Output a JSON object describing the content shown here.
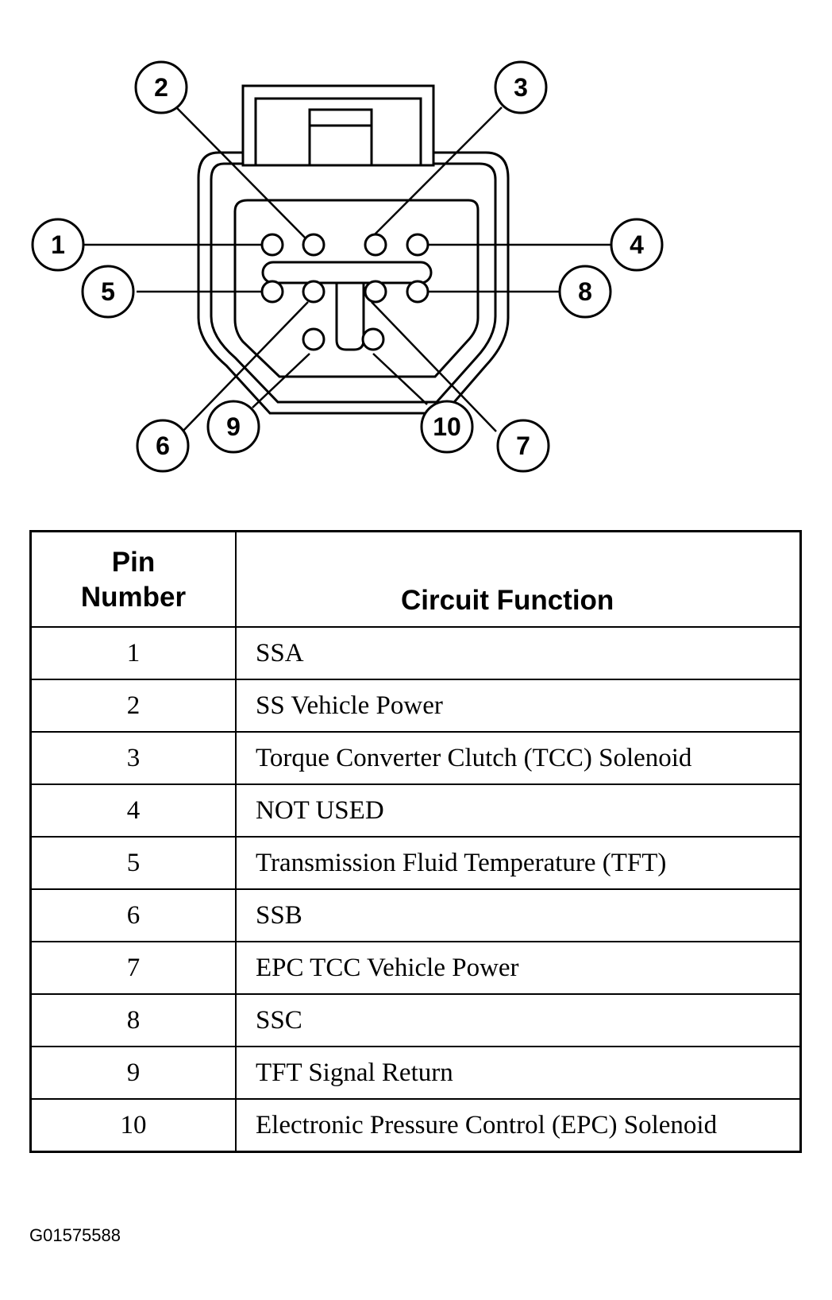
{
  "callouts": [
    {
      "pin": "1",
      "label": "1"
    },
    {
      "pin": "2",
      "label": "2"
    },
    {
      "pin": "3",
      "label": "3"
    },
    {
      "pin": "4",
      "label": "4"
    },
    {
      "pin": "5",
      "label": "5"
    },
    {
      "pin": "6",
      "label": "6"
    },
    {
      "pin": "7",
      "label": "7"
    },
    {
      "pin": "8",
      "label": "8"
    },
    {
      "pin": "9",
      "label": "9"
    },
    {
      "pin": "10",
      "label": "10"
    }
  ],
  "table": {
    "header_pin_line1": "Pin",
    "header_pin_line2": "Number",
    "header_function": "Circuit Function",
    "rows": [
      {
        "pin": "1",
        "function": "SSA"
      },
      {
        "pin": "2",
        "function": "SS Vehicle Power"
      },
      {
        "pin": "3",
        "function": "Torque Converter Clutch (TCC) Solenoid"
      },
      {
        "pin": "4",
        "function": "NOT USED"
      },
      {
        "pin": "5",
        "function": "Transmission Fluid Temperature (TFT)"
      },
      {
        "pin": "6",
        "function": "SSB"
      },
      {
        "pin": "7",
        "function": "EPC TCC Vehicle Power"
      },
      {
        "pin": "8",
        "function": "SSC"
      },
      {
        "pin": "9",
        "function": "TFT Signal Return"
      },
      {
        "pin": "10",
        "function": "Electronic Pressure Control (EPC) Solenoid"
      }
    ]
  },
  "figure_id": "G01575588"
}
